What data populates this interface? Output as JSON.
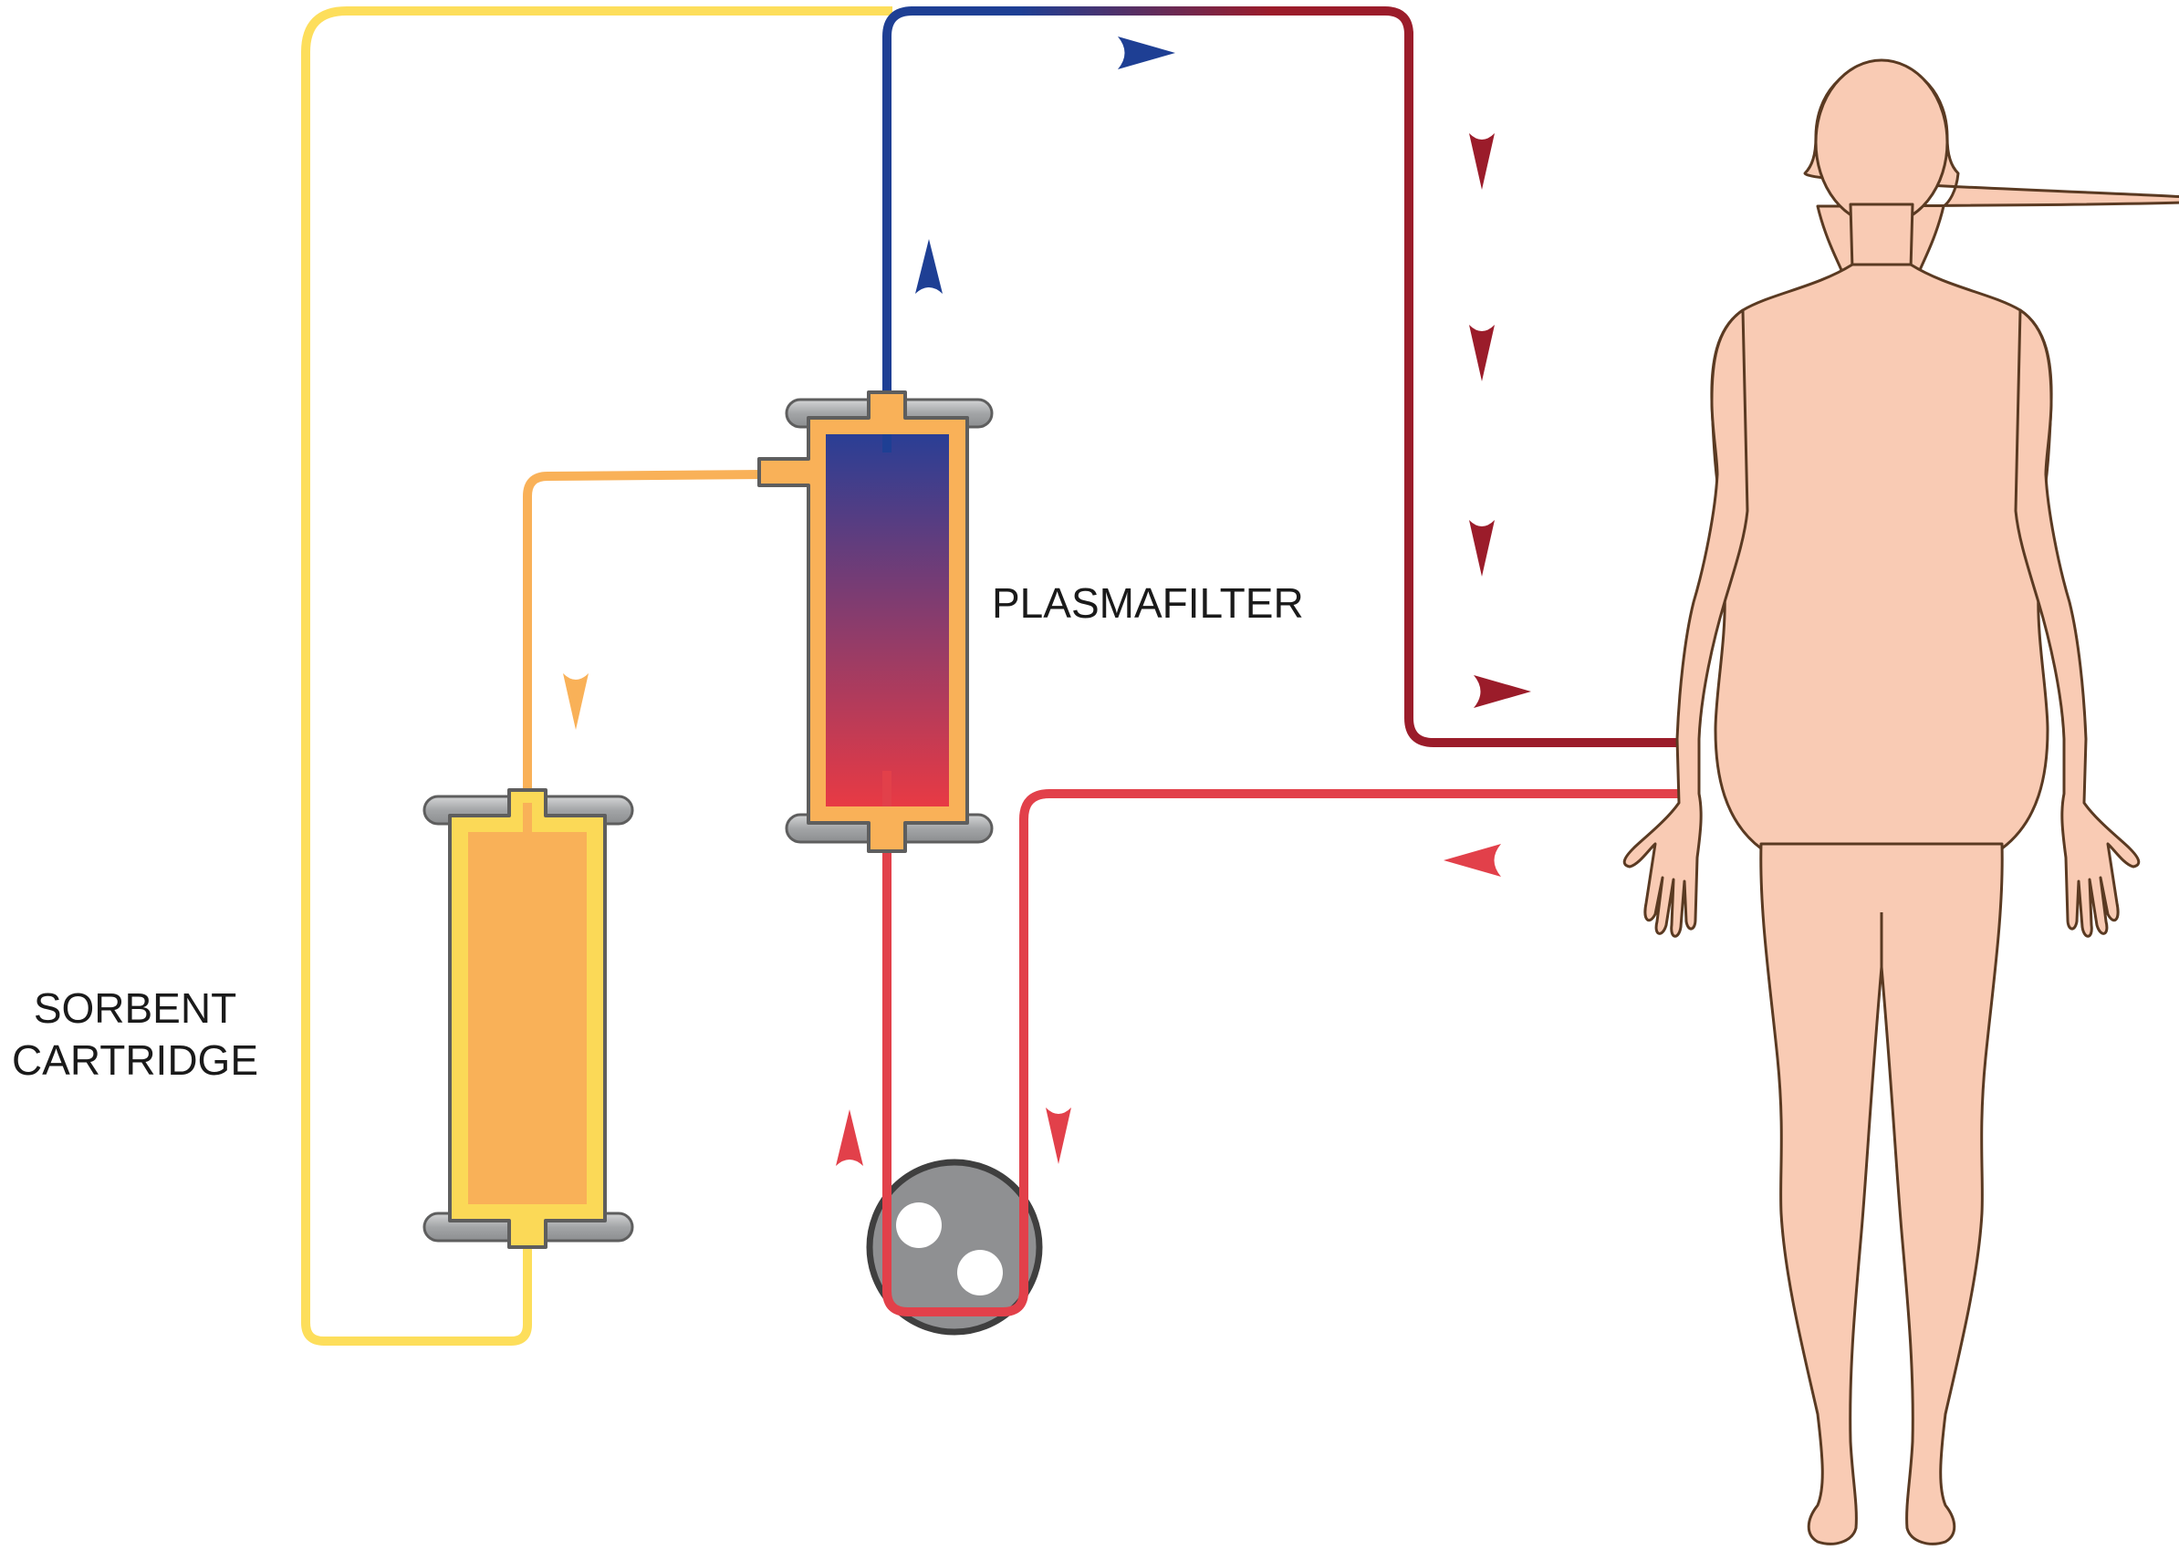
{
  "labels": {
    "plasmafilter": "PLASMAFILTER",
    "sorbent_line1": "SORBENT",
    "sorbent_line2": "CARTRIDGE"
  },
  "colors": {
    "venous_line": "#1e3f94",
    "return_line": "#9b1c2a",
    "arterial_line": "#e2404a",
    "plasma_line": "#f9b158",
    "sorbent_return_line": "#fdde5b",
    "sorbent_body": "#f9b158",
    "sorbent_border": "#fbd957",
    "filter_top": "#2a3e95",
    "filter_bottom": "#e83a44",
    "filter_housing": "#f9b158",
    "cap_gray": "#a8aaac",
    "pump_gray": "#8f9092",
    "skin": "#f9cbb4",
    "skin_outline": "#5a3a22",
    "outline": "#5e5e5e"
  },
  "icons": {
    "pump": "peristaltic-pump-icon",
    "patient": "human-body-icon"
  }
}
